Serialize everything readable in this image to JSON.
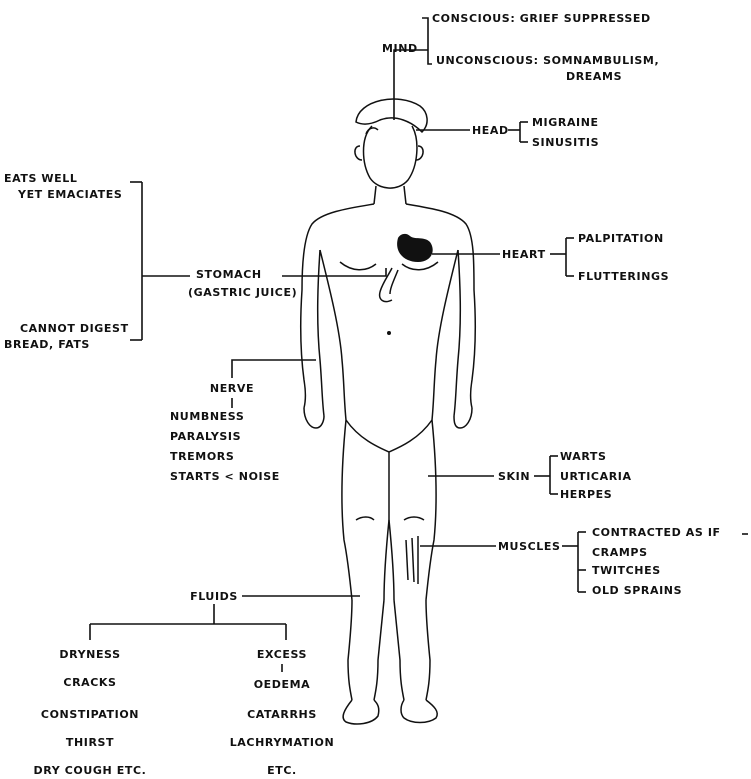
{
  "mind": {
    "label": "MIND",
    "conscious": "CONSCIOUS: GRIEF SUPPRESSED",
    "unconscious": "UNCONSCIOUS: SOMNAMBULISM,",
    "unconscious_2": "DREAMS"
  },
  "head": {
    "label": "HEAD",
    "items": [
      "MIGRAINE",
      "SINUSITIS"
    ]
  },
  "stomach": {
    "label": "STOMACH",
    "sub": "(GASTRIC JUICE)",
    "top_1": "EATS WELL",
    "top_2": "YET EMACIATES",
    "bottom_1": "CANNOT DIGEST",
    "bottom_2": "BREAD, FATS"
  },
  "heart": {
    "label": "HEART",
    "items": [
      "PALPITATION",
      "FLUTTERINGS"
    ]
  },
  "nerve": {
    "label": "NERVE",
    "items": [
      "NUMBNESS",
      "PARALYSIS",
      "TREMORS",
      "STARTS < NOISE"
    ]
  },
  "skin": {
    "label": "SKIN",
    "items": [
      "WARTS",
      "URTICARIA",
      "HERPES"
    ]
  },
  "muscles": {
    "label": "MUSCLES",
    "items": [
      "CONTRACTED AS IF",
      "CRAMPS",
      "TWITCHES",
      "OLD SPRAINS"
    ]
  },
  "fluids": {
    "label": "FLUIDS",
    "dryness": [
      "DRYNESS",
      "CRACKS",
      "CONSTIPATION",
      "THIRST",
      "DRY COUGH ETC."
    ],
    "excess": [
      "EXCESS",
      "OEDEMA",
      "CATARRHS",
      "LACHRYMATION",
      "ETC."
    ]
  }
}
